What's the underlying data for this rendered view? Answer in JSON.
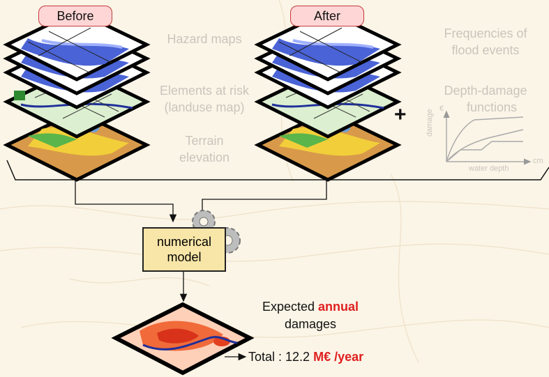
{
  "labels": {
    "before": "Before",
    "after": "After",
    "hazard_maps": "Hazard maps",
    "elements_at_risk_1": "Elements at risk",
    "elements_at_risk_2": "(landuse map)",
    "terrain_1": "Terrain",
    "terrain_2": "elevation",
    "frequencies_1": "Frequencies of",
    "frequencies_2": "flood events",
    "depth_damage_1": "Depth-damage",
    "depth_damage_2": "functions",
    "plus": "+",
    "model_1": "numerical",
    "model_2": "model",
    "expected_1": "Expected",
    "expected_annual": "annual",
    "expected_2": "damages",
    "total_prefix": "Total : 12.2",
    "total_unit": "M€ /year"
  },
  "graph": {
    "euro": "€",
    "damage": "damage",
    "water_depth": "water depth",
    "cm": "cm"
  },
  "colors": {
    "background": "#fbf5e7",
    "water": "#4a63d6",
    "accent_red": "#e02020",
    "model_box": "#f8e6a8"
  }
}
